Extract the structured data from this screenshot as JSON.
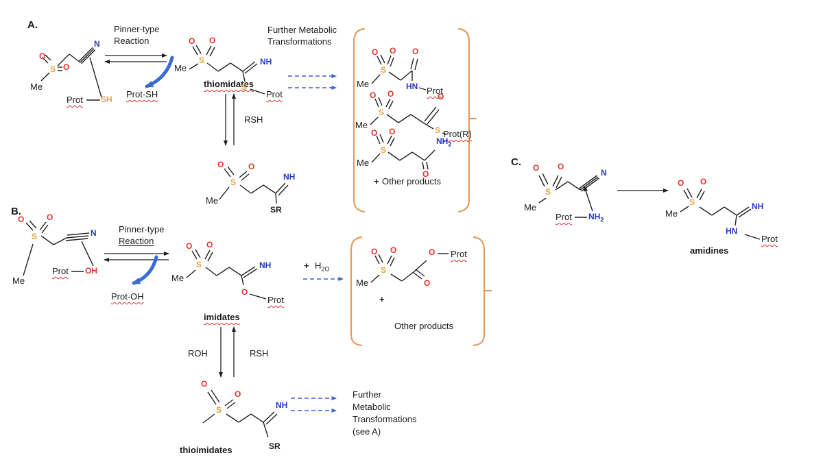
{
  "figure": {
    "panel_a_label": "A.",
    "panel_b_label": "B.",
    "panel_c_label": "C."
  },
  "labels": {
    "pinner_type": "Pinner-type",
    "reaction": "Reaction",
    "further_metabolic": "Further Metabolic",
    "transformations": "Transformations",
    "further": "Further",
    "metabolic": "Metabolic",
    "see_a": "(see A)",
    "prot": "Prot",
    "prot_sh": "Prot-SH",
    "prot_oh": "Prot-OH",
    "prot_r": "Prot(R)",
    "thiomidates": "thiomidates",
    "imidates": "imidates",
    "thioimidates": "thioimidates",
    "amidines": "amidines",
    "rsh": "RSH",
    "roh": "ROH",
    "plus": "+",
    "h": "H",
    "h2o_sub": "2O",
    "other_products": "Other products"
  },
  "atoms": {
    "me": "Me",
    "s": "S",
    "o": "O",
    "n": "N",
    "nh": "NH",
    "hn": "HN",
    "sub2": "2",
    "sr": "SR",
    "sh": "SH",
    "oh": "OH"
  },
  "colors": {
    "sulfur": "#E8A33D",
    "oxygen": "#E5342B",
    "nitrogen": "#2238C8",
    "bracket": "#E89A5B",
    "arrow_blue": "#3A5FCD"
  }
}
